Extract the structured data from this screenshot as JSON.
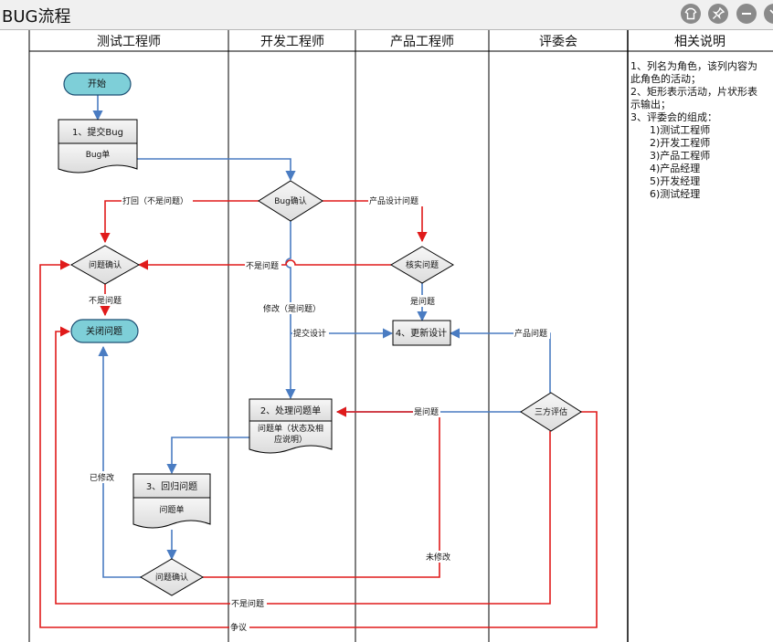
{
  "title": "BUG流程",
  "window_buttons": [
    "shirt-icon",
    "pin-icon",
    "minimize-icon",
    "close-icon"
  ],
  "lanes": [
    "测试工程师",
    "开发工程师",
    "产品工程师",
    "评委会",
    "相关说明"
  ],
  "nodes": {
    "start": "开始",
    "submit_bug": "1、提交Bug",
    "bug_doc": "Bug单",
    "bug_confirm": "Bug确认",
    "issue_confirm_1": "问题确认",
    "close_issue": "关闭问题",
    "verify_issue": "核实问题",
    "update_design": "4、更新设计",
    "handle_issue": "2、处理问题单",
    "issue_doc_status_1": "问题单（状态及相",
    "issue_doc_status_2": "应说明）",
    "three_party": "三方评估",
    "regression": "3、回归问题",
    "issue_doc": "问题单",
    "issue_confirm_2": "问题确认"
  },
  "edge_labels": {
    "reject": "打回（不是问题）",
    "product_design_issue": "产品设计问题",
    "not_issue_1": "不是问题",
    "not_issue_2": "不是问题",
    "is_issue_1": "是问题",
    "modify": "修改（是问题）",
    "submit_design": "提交设计",
    "product_issue": "产品问题",
    "is_issue_2": "是问题",
    "modified": "已修改",
    "not_modified": "未修改",
    "not_issue_3": "不是问题",
    "dispute": "争议"
  },
  "notes": [
    "1、列名为角色，该列内容为",
    "此角色的活动；",
    "2、矩形表示活动，片状形表",
    "示输出；",
    "3、评委会的组成：",
    "1)测试工程师",
    "2)开发工程师",
    "3)产品工程师",
    "4)产品经理",
    "5)开发经理",
    "6)测试经理"
  ],
  "colors": {
    "blue": "#4a7cc2",
    "red": "#e01a1a",
    "grid": "#000000",
    "node_fill": "#e6e6e6",
    "start_fill": "#7ecfd8"
  }
}
